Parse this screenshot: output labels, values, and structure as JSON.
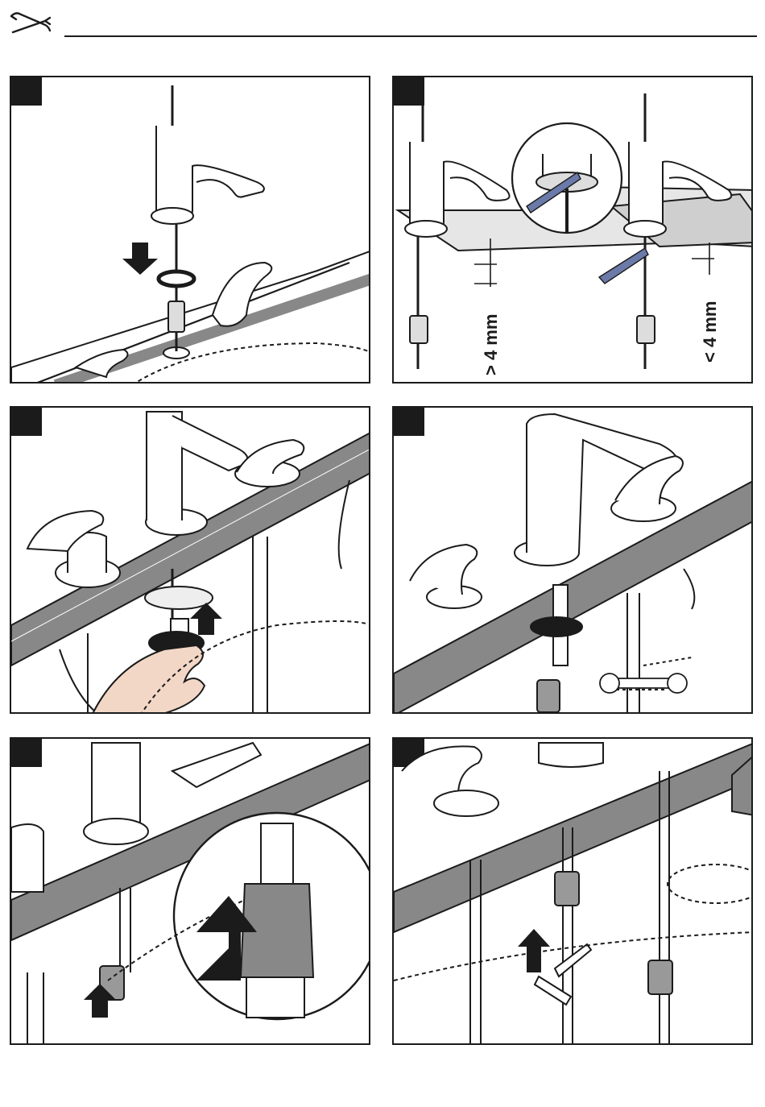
{
  "header": {
    "icon": "tools-icon"
  },
  "panels": [
    {
      "id": 1,
      "action": "install-spout"
    },
    {
      "id": 2,
      "action": "deck-thickness-check",
      "dims": {
        "left": "> 4 mm",
        "right": "< 4 mm"
      }
    },
    {
      "id": 3,
      "action": "fit-mounting-ring"
    },
    {
      "id": 4,
      "action": "tighten-nut-with-wrench"
    },
    {
      "id": 5,
      "action": "push-quick-connector-up"
    },
    {
      "id": 6,
      "action": "connect-t-piece"
    }
  ],
  "colors": {
    "line": "#1b1b1b",
    "deck": "#888888",
    "tool": "#6b7aa8",
    "skin": "#f3d7c6"
  }
}
